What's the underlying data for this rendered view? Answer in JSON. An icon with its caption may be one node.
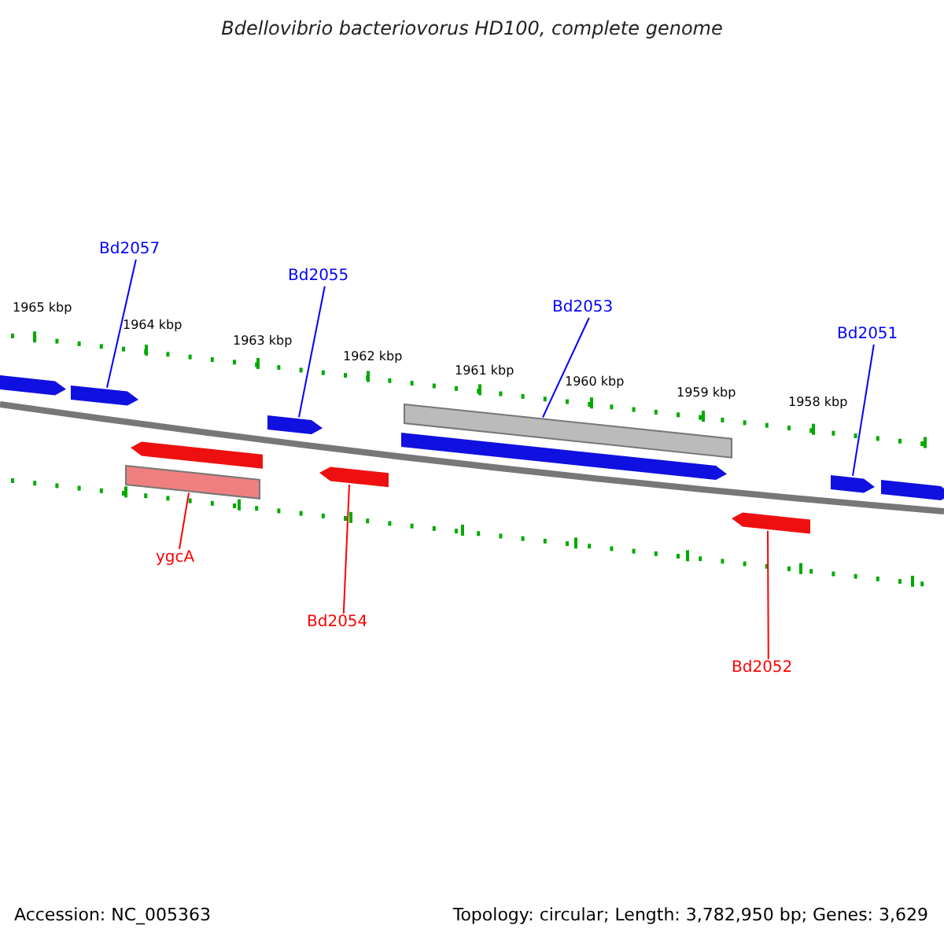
{
  "diagram": {
    "title": "Bdellovibrio bacteriovorus HD100, complete genome",
    "nodes": [
      {
        "text": [
          "Bd2057"
        ]
      },
      {
        "text": [
          "Bd2055"
        ]
      },
      {
        "text": [
          "Bd2053"
        ]
      },
      {
        "text": [
          "Bd2051"
        ]
      },
      {
        "text": [
          "ygcA"
        ]
      },
      {
        "text": [
          "Bd2054"
        ]
      },
      {
        "text": [
          "Bd2052"
        ]
      },
      {
        "text": [],
        "shape": "bar"
      },
      {
        "text": [],
        "shape": "bar"
      },
      {
        "text": [],
        "shape": "bar"
      },
      {
        "text": [],
        "shape": "bar"
      },
      {
        "text": [],
        "shape": "bar"
      },
      {
        "text": [],
        "shape": "bar"
      },
      {
        "text": [],
        "shape": "bar"
      },
      {
        "text": [],
        "shape": "bar"
      },
      {
        "text": [],
        "shape": "bar"
      },
      {
        "text": [],
        "shape": "bar"
      },
      {
        "text": [],
        "shape": "bar"
      }
    ],
    "edges": [
      {
        "from": 0,
        "to": 8,
        "arrow": "none",
        "color": "#0000ff"
      },
      {
        "from": 1,
        "to": 9,
        "arrow": "none",
        "color": "#0000ff"
      },
      {
        "from": 2,
        "to": 10,
        "arrow": "none",
        "color": "#0000ff"
      },
      {
        "from": 3,
        "to": 12,
        "arrow": "none",
        "color": "#0000ff"
      },
      {
        "from": 4,
        "to": 15,
        "arrow": "none",
        "color": "#ff0000"
      },
      {
        "from": 5,
        "to": 16,
        "arrow": "none",
        "color": "#ff0000"
      },
      {
        "from": 6,
        "to": 17,
        "arrow": "none",
        "color": "#ff0000"
      }
    ],
    "labels": [
      "1965 kbp",
      "1964 kbp",
      "1963 kbp",
      "1962 kbp",
      "1961 kbp",
      "1960 kbp",
      "1959 kbp",
      "1958 kbp",
      "Accession: NC_005363",
      "Topology: circular; Length: 3,782,950 bp; Genes: 3,629"
    ]
  }
}
